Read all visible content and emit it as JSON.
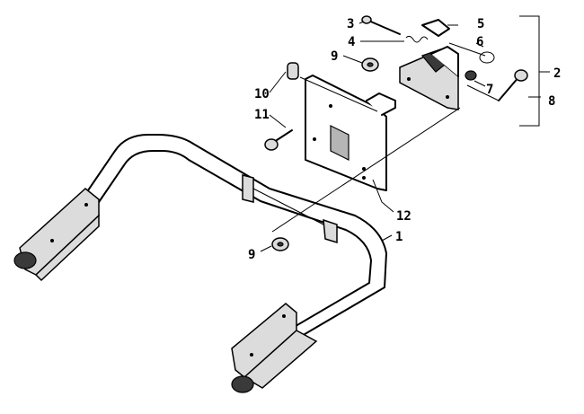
{
  "callouts": {
    "c1": "1",
    "c2": "2",
    "c3": "3",
    "c4": "4",
    "c5": "5",
    "c6": "6",
    "c7": "7",
    "c8": "8",
    "c9_top": "9",
    "c9_bottom": "9",
    "c10": "10",
    "c11": "11",
    "c12": "12"
  }
}
